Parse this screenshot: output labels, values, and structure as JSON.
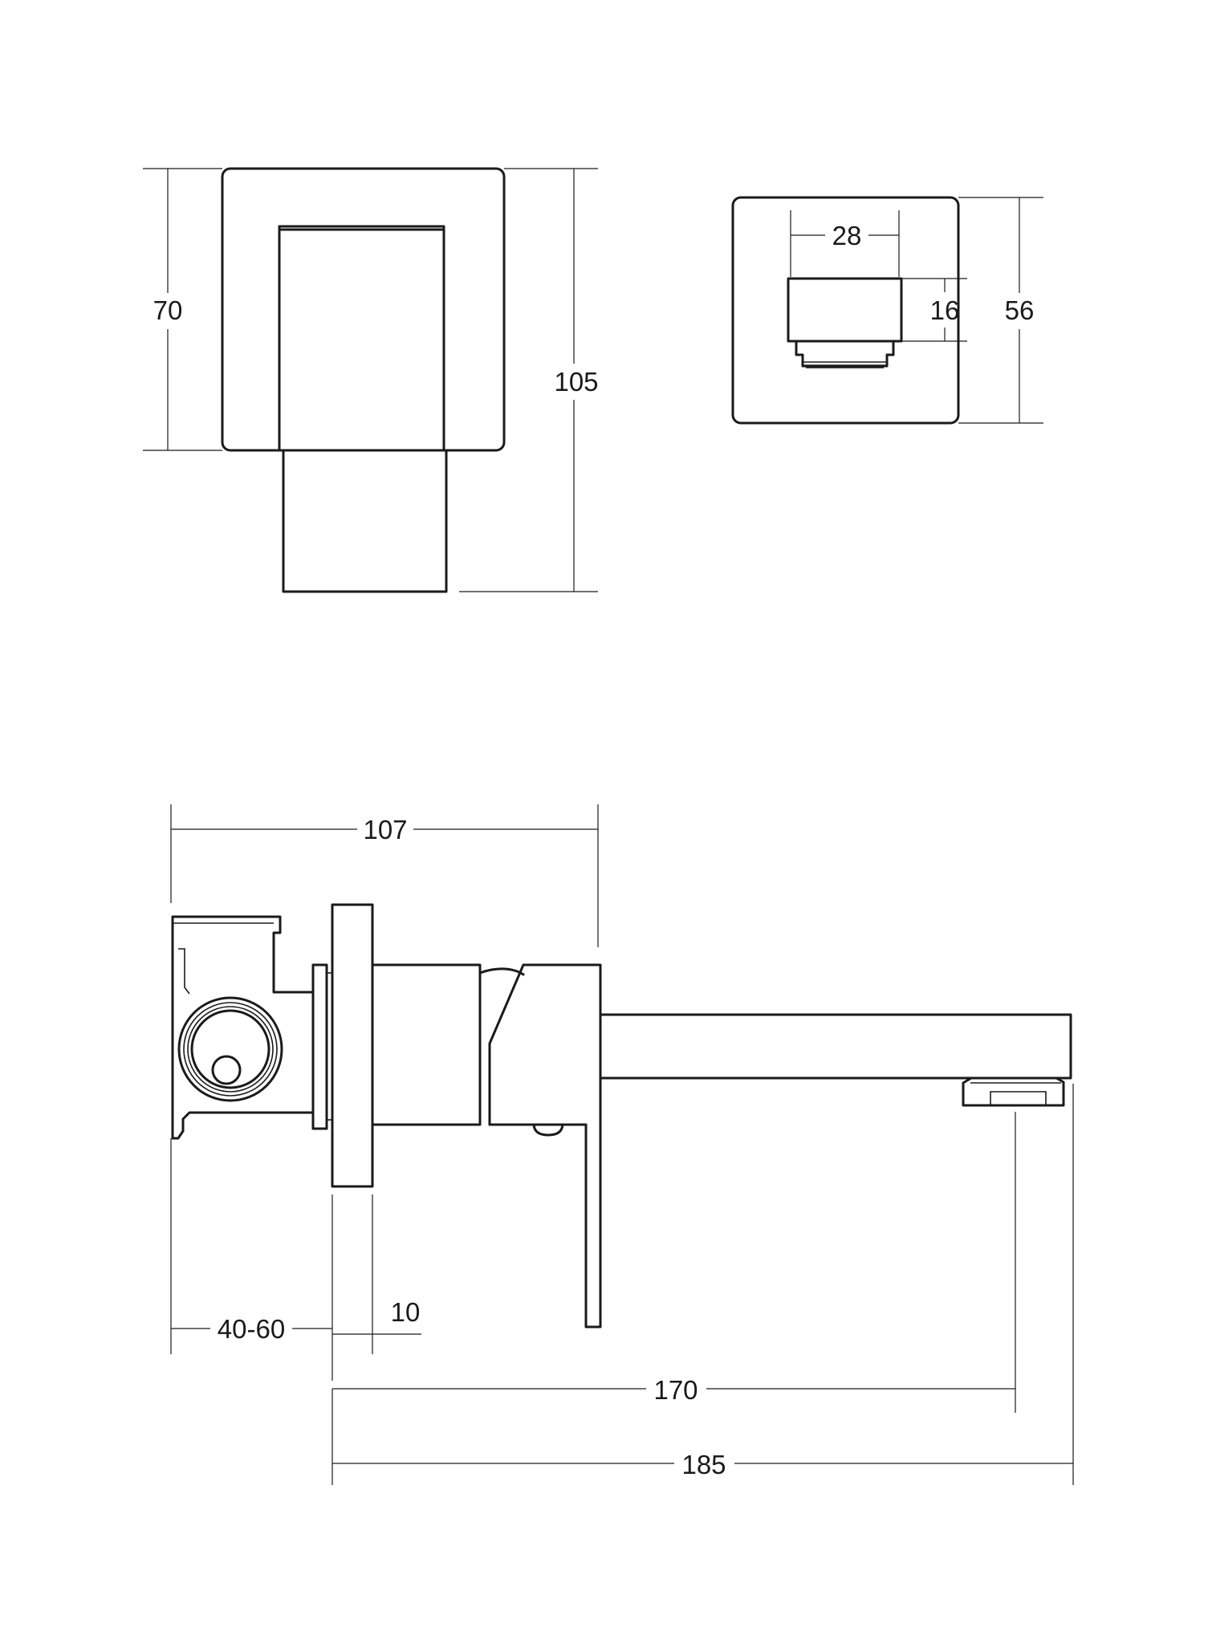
{
  "diagram": {
    "front_view": {
      "plate_height": "70",
      "overall_height": "105"
    },
    "outlet_view": {
      "outlet_width": "28",
      "outlet_height": "16",
      "plate_height": "56"
    },
    "side_view": {
      "body_length": "107",
      "wall_depth": "40-60",
      "plate_thickness": "10",
      "outlet_reach": "170",
      "spout_length": "185"
    }
  }
}
